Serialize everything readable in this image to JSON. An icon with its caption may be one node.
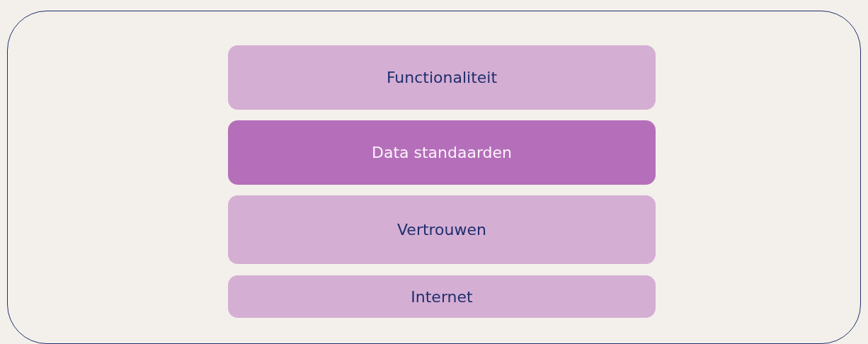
{
  "diagram": {
    "nodes": [
      {
        "text": [],
        "shape": "box"
      },
      {
        "text": [
          "Functionaliteit"
        ],
        "in": 0
      },
      {
        "text": [
          "Data standaarden"
        ],
        "in": 0
      },
      {
        "text": [
          "Vertrouwen"
        ],
        "in": 0
      },
      {
        "text": [
          "Internet"
        ],
        "in": 0
      }
    ]
  }
}
